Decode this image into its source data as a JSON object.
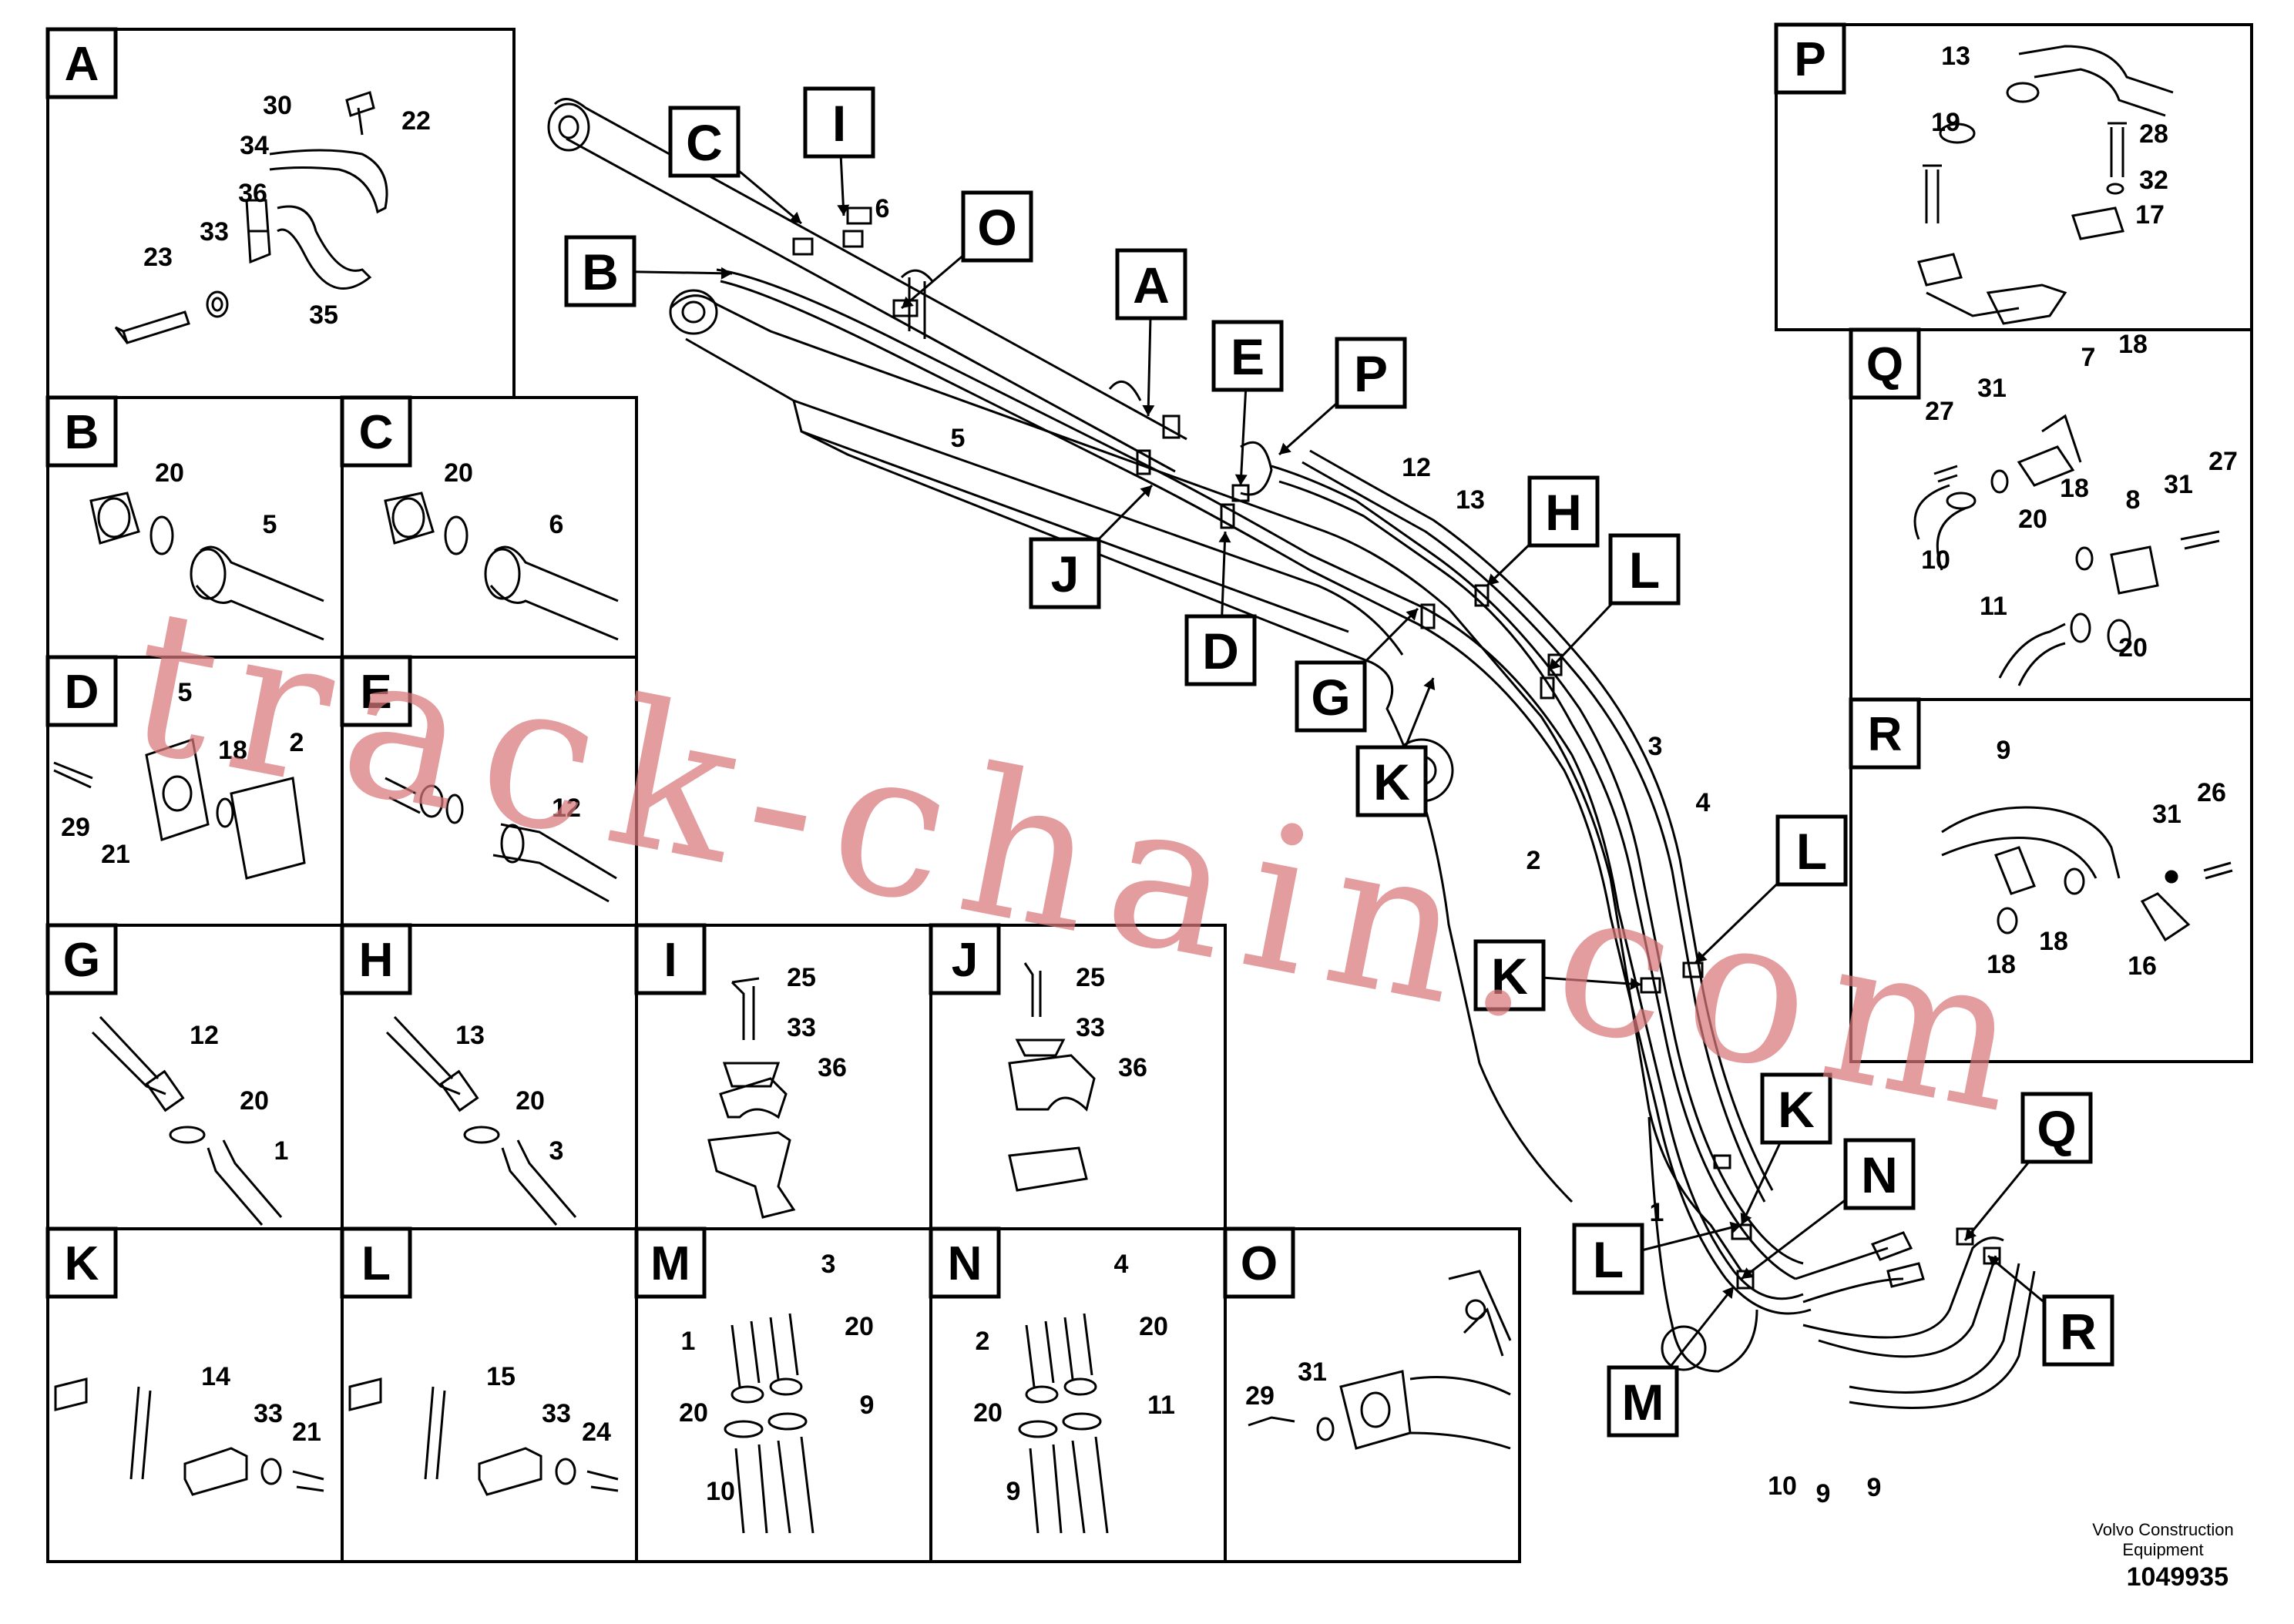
{
  "panels": [
    {
      "id": "A",
      "parts": [
        "30",
        "22",
        "34",
        "36",
        "33",
        "23",
        "35"
      ]
    },
    {
      "id": "B",
      "parts": [
        "20",
        "5"
      ]
    },
    {
      "id": "C",
      "parts": [
        "20",
        "6"
      ]
    },
    {
      "id": "D",
      "parts": [
        "5",
        "18",
        "2",
        "29",
        "21"
      ]
    },
    {
      "id": "E",
      "parts": [
        "12"
      ]
    },
    {
      "id": "G",
      "parts": [
        "12",
        "20",
        "1"
      ]
    },
    {
      "id": "H",
      "parts": [
        "13",
        "20",
        "3"
      ]
    },
    {
      "id": "I",
      "parts": [
        "25",
        "33",
        "36"
      ]
    },
    {
      "id": "J",
      "parts": [
        "25",
        "33",
        "36"
      ]
    },
    {
      "id": "K",
      "parts": [
        "14",
        "33",
        "21"
      ]
    },
    {
      "id": "L",
      "parts": [
        "15",
        "33",
        "24"
      ]
    },
    {
      "id": "M",
      "parts": [
        "3",
        "1",
        "20",
        "20",
        "9",
        "10"
      ]
    },
    {
      "id": "N",
      "parts": [
        "4",
        "2",
        "20",
        "20",
        "11",
        "9"
      ]
    },
    {
      "id": "O",
      "parts": [
        "29",
        "31"
      ]
    },
    {
      "id": "P",
      "parts": [
        "13",
        "19",
        "28",
        "32",
        "17"
      ]
    },
    {
      "id": "Q",
      "parts": [
        "7",
        "18",
        "27",
        "31",
        "20",
        "18",
        "8",
        "31",
        "27",
        "10",
        "11",
        "20"
      ]
    },
    {
      "id": "R",
      "parts": [
        "9",
        "26",
        "31",
        "18",
        "18",
        "16"
      ]
    }
  ],
  "main": {
    "callouts": [
      "C",
      "I",
      "B",
      "O",
      "A",
      "E",
      "P",
      "J",
      "D",
      "H",
      "L",
      "G",
      "K",
      "L",
      "K",
      "K",
      "N",
      "Q",
      "L",
      "M",
      "R"
    ],
    "parts": [
      "6",
      "5",
      "12",
      "13",
      "3",
      "4",
      "2",
      "1",
      "10",
      "9",
      "9"
    ]
  },
  "watermark": "track-chain.com",
  "footer": {
    "company": "Volvo Construction Equipment",
    "number": "1049935"
  },
  "colors": {
    "line": "#000000",
    "watermark": "#d9787b"
  }
}
